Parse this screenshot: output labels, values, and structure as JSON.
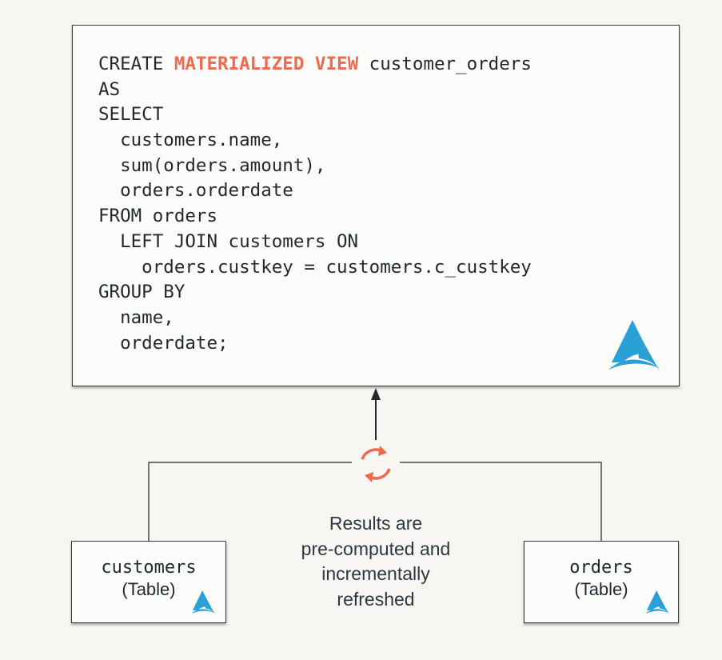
{
  "sql": {
    "lines": [
      {
        "indent": "",
        "before": "CREATE ",
        "keyword": "MATERIALIZED VIEW",
        "after": " customer_orders"
      },
      {
        "indent": "",
        "before": "AS",
        "keyword": "",
        "after": ""
      },
      {
        "indent": "",
        "before": "SELECT",
        "keyword": "",
        "after": ""
      },
      {
        "indent": "  ",
        "before": "customers.name,",
        "keyword": "",
        "after": ""
      },
      {
        "indent": "  ",
        "before": "sum(orders.amount),",
        "keyword": "",
        "after": ""
      },
      {
        "indent": "  ",
        "before": "orders.orderdate",
        "keyword": "",
        "after": ""
      },
      {
        "indent": "",
        "before": "FROM orders",
        "keyword": "",
        "after": ""
      },
      {
        "indent": "  ",
        "before": "LEFT JOIN customers ON",
        "keyword": "",
        "after": ""
      },
      {
        "indent": "    ",
        "before": "orders.custkey = customers.c_custkey",
        "keyword": "",
        "after": ""
      },
      {
        "indent": "",
        "before": "GROUP BY",
        "keyword": "",
        "after": ""
      },
      {
        "indent": "  ",
        "before": "name,",
        "keyword": "",
        "after": ""
      },
      {
        "indent": "  ",
        "before": "orderdate;",
        "keyword": "",
        "after": ""
      }
    ]
  },
  "tables": {
    "left": {
      "name": "customers",
      "type": "(Table)"
    },
    "right": {
      "name": "orders",
      "type": "(Table)"
    }
  },
  "note": {
    "lines": [
      "Results are",
      "pre-computed and",
      "incrementally",
      "refreshed"
    ]
  },
  "colors": {
    "keyword": "#ec6a4e",
    "logo": "#2aa1d6",
    "refresh": "#ec6a4e",
    "line": "#4a4a4a",
    "arrow": "#1f2a30"
  },
  "icons": {
    "brand": "brand-logo-icon",
    "refresh": "refresh-icon",
    "arrow": "arrow-up-icon"
  }
}
